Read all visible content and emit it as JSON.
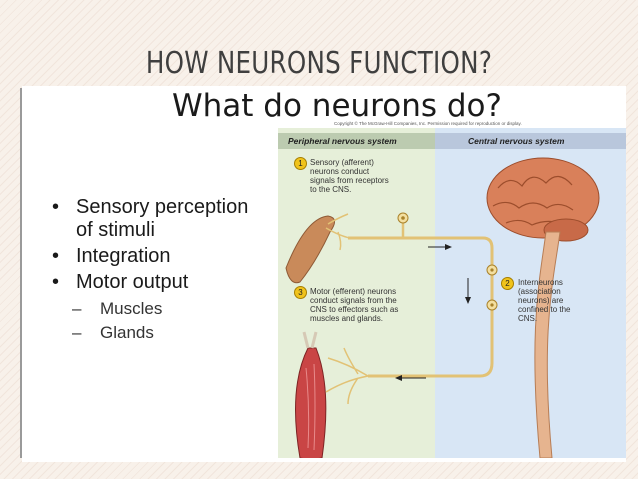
{
  "slide": {
    "title": "HOW NEURONS FUNCTION?",
    "heading": "What do neurons do?",
    "copyright": "Copyright © The McGraw-Hill Companies, Inc. Permission required for reproduction or display."
  },
  "bullets": [
    {
      "text": "Sensory perception of stimuli"
    },
    {
      "text": "Integration"
    },
    {
      "text": "Motor output"
    }
  ],
  "sub_bullets": [
    {
      "text": "Muscles"
    },
    {
      "text": "Glands"
    }
  ],
  "bullet_glyph": "•",
  "dash_glyph": "–",
  "diagram": {
    "pns_header": "Peripheral nervous system",
    "cns_header": "Central nervous system",
    "sensory": {
      "number": "1",
      "text": "Sensory (afferent) neurons conduct signals from receptors to the CNS."
    },
    "inter": {
      "number": "2",
      "text": "Interneurons (association neurons) are confined to the CNS."
    },
    "motor": {
      "number": "3",
      "text": "Motor (efferent) neurons conduct signals from the CNS to effectors such as muscles and glands."
    },
    "colors": {
      "pns_bg": "#e6efd9",
      "cns_bg": "#d8e6f5",
      "header_bg": "#b9c7dc",
      "nerve": "#e2c275",
      "brain": "#d9805a",
      "muscle": "#c94545"
    }
  }
}
